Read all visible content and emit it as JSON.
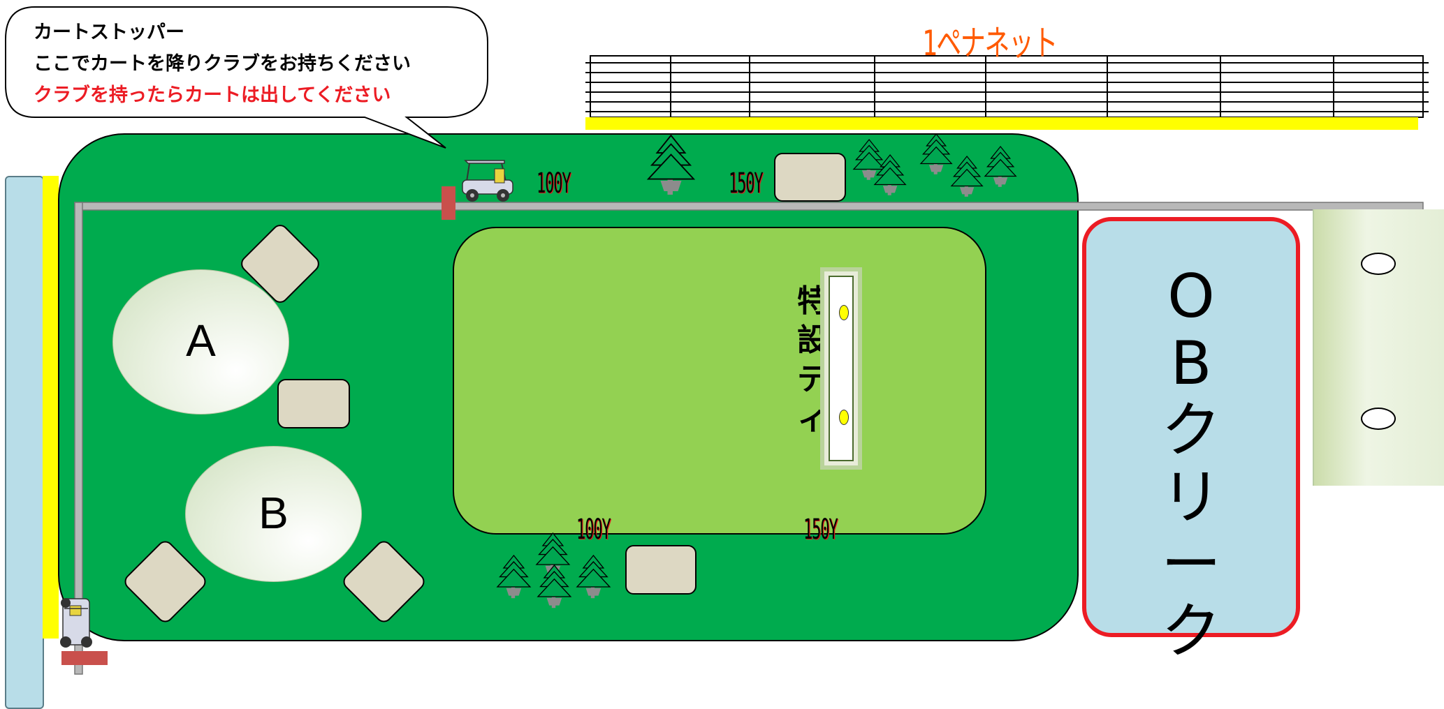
{
  "callout": {
    "line1": "カートストッパー",
    "line2": "ここでカートを降りクラブをお持ちください",
    "line3": "クラブを持ったらカートは出してください",
    "line1_color": "#000000",
    "line2_color": "#000000",
    "line3_color": "#ec1c24"
  },
  "net": {
    "label": "1ペナネット"
  },
  "areas": [
    {
      "label": "A"
    },
    {
      "label": "B"
    }
  ],
  "yardage": {
    "top_100": "100Y",
    "top_150": "150Y",
    "bottom_100": "100Y",
    "bottom_150": "150Y"
  },
  "tee": {
    "label_chars": [
      "特",
      "設",
      "テ",
      "ィ"
    ]
  },
  "creek": {
    "label_chars": [
      "O",
      "B",
      "ク",
      "リ",
      "ー",
      "ク"
    ]
  },
  "icons": {
    "tree": "tree-icon",
    "cart": "golf-cart-icon",
    "stopper": "cart-stopper-icon"
  },
  "colors": {
    "rough": "#00ab4e",
    "fairway": "#93d152",
    "bunker": "#ddd8c3",
    "water": "#b8dde8",
    "ob_border": "#ec1c24",
    "stopper": "#c9504c",
    "net_title": "#ff5a00",
    "net_base": "#ffff00"
  }
}
